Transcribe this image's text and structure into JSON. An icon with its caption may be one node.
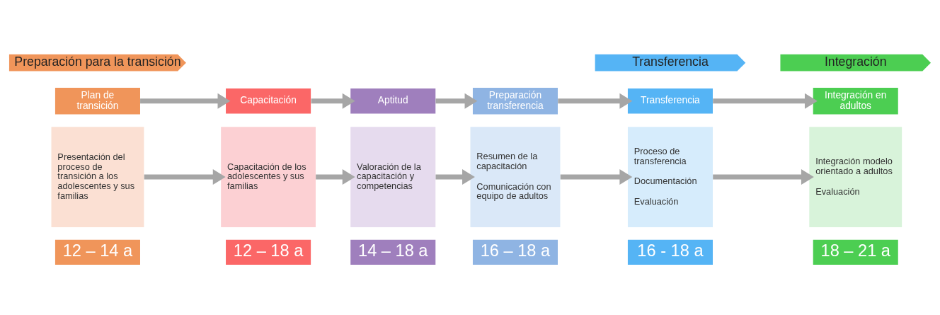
{
  "diagram": {
    "nodes": [
      {
        "text": [
          "Preparación para la transición"
        ]
      },
      {
        "text": [
          "Transferencia"
        ]
      },
      {
        "text": [
          "Integración"
        ]
      },
      {
        "text": [
          "Plan de transición"
        ]
      },
      {
        "text": [
          "Capacitación"
        ]
      },
      {
        "text": [
          "Aptitud"
        ]
      },
      {
        "text": [
          "Preparación transferencia"
        ]
      },
      {
        "text": [
          "Transferencia"
        ]
      },
      {
        "text": [
          "Integración en adultos"
        ]
      },
      {
        "text": [
          "Presentación del proceso de transición a los adolescentes y sus familias"
        ]
      },
      {
        "text": [
          "Capacitación de los adolescentes y sus familias"
        ]
      },
      {
        "text": [
          "Valoración de la capacitación y competencias"
        ]
      },
      {
        "text": [
          "Resumen de la capacitación",
          "Comunicación con equipo de adultos"
        ]
      },
      {
        "text": [
          "Proceso de transferencia",
          "Documentación",
          "Evaluación"
        ]
      },
      {
        "text": [
          "Integración modelo orientado a adultos",
          "Evaluación"
        ]
      },
      {
        "text": [
          "12 – 14 a"
        ]
      },
      {
        "text": [
          "12 – 18 a"
        ]
      },
      {
        "text": [
          "14 – 18 a"
        ]
      },
      {
        "text": [
          "16 – 18 a"
        ]
      },
      {
        "text": [
          "16 - 18 a"
        ]
      },
      {
        "text": [
          "18 – 21 a"
        ]
      }
    ],
    "edges": [
      {
        "from": 3,
        "to": 4,
        "arrow": "to"
      },
      {
        "from": 4,
        "to": 5,
        "arrow": "to"
      },
      {
        "from": 5,
        "to": 6,
        "arrow": "to"
      },
      {
        "from": 6,
        "to": 7,
        "arrow": "to"
      },
      {
        "from": 7,
        "to": 8,
        "arrow": "to"
      },
      {
        "from": 9,
        "to": 10,
        "arrow": "to"
      },
      {
        "from": 10,
        "to": 11,
        "arrow": "to"
      },
      {
        "from": 11,
        "to": 12,
        "arrow": "to"
      },
      {
        "from": 12,
        "to": 13,
        "arrow": "to"
      },
      {
        "from": 13,
        "to": 14,
        "arrow": "to"
      }
    ]
  }
}
